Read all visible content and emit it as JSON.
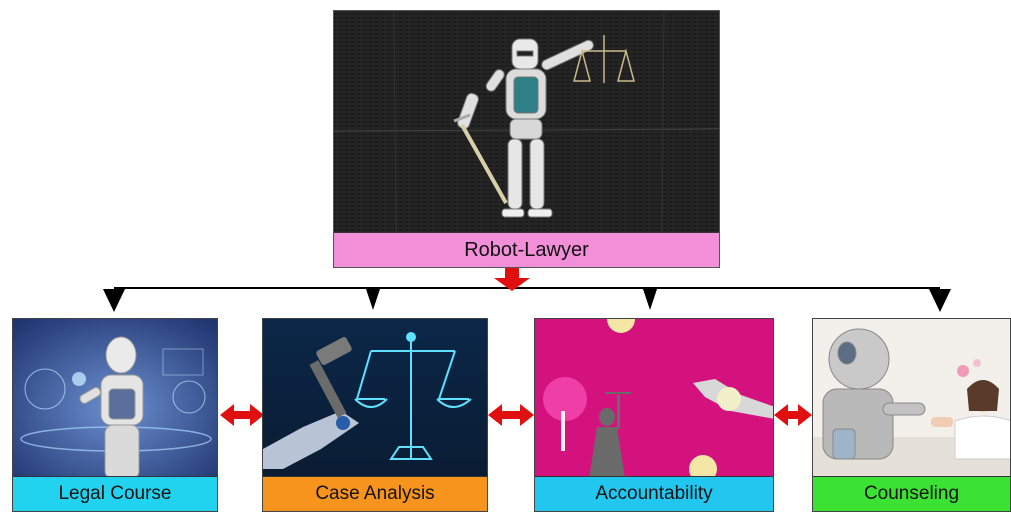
{
  "root": {
    "label": "Robot-Lawyer",
    "label_bg": "#f38fd8"
  },
  "children": [
    {
      "label": "Legal Course",
      "label_bg": "#22d3f0"
    },
    {
      "label": "Case Analysis",
      "label_bg": "#f7941d"
    },
    {
      "label": "Accountability",
      "label_bg": "#22c7f0"
    },
    {
      "label": "Counseling",
      "label_bg": "#3be234"
    }
  ],
  "colors": {
    "connector": "#000000",
    "arrow_red": "#e01010"
  }
}
